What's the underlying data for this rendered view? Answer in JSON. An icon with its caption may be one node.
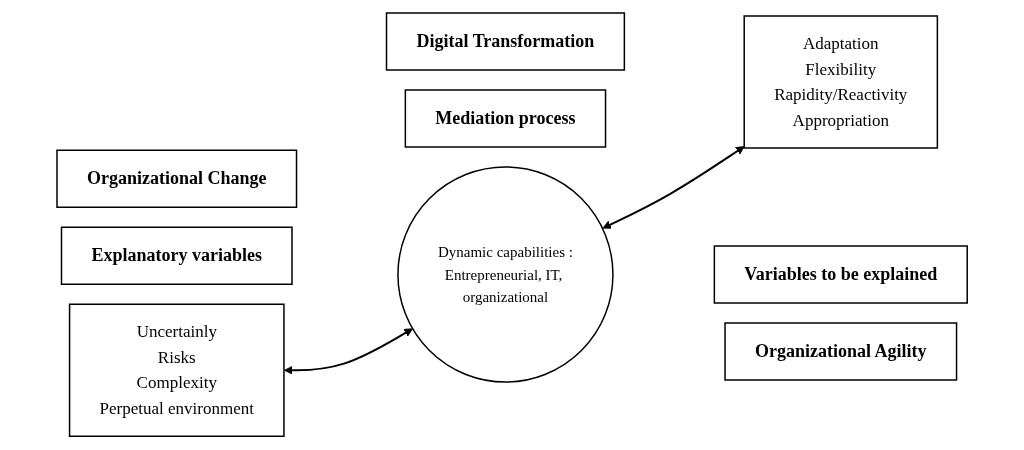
{
  "diagram": {
    "nodes": [
      {
        "text": [
          "Explanatory variables"
        ]
      },
      {
        "text": [
          "Uncertainly",
          "Risks",
          "Complexity",
          "Perpetual environment"
        ]
      },
      {
        "text": [
          "Organizational Change"
        ]
      },
      {
        "text": [
          "Mediation process"
        ]
      },
      {
        "text": [
          "Dynamic capabilities :",
          "Entrepreneurial, IT, organizational"
        ]
      },
      {
        "text": [
          "Digital Transformation"
        ]
      },
      {
        "text": [
          "Variables to be explained"
        ]
      },
      {
        "text": [
          "Adaptation",
          "Flexibility",
          "Rapidity/Reactivity",
          "Appropriation"
        ]
      },
      {
        "text": [
          "Organizational Agility"
        ]
      }
    ],
    "edges": [
      {
        "from": 1,
        "to": 4,
        "arrow": "both"
      },
      {
        "from": 4,
        "to": 7,
        "arrow": "both"
      }
    ]
  }
}
